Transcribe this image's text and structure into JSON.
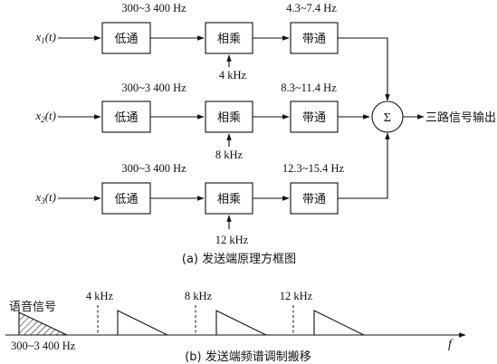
{
  "block_diagram": {
    "caption": "(a)  发送端原理方框图",
    "channels": [
      {
        "input": "x",
        "sub": "1",
        "arg": "(t)",
        "lpf_label": "低通",
        "lpf_band": "300~3 400 Hz",
        "mixer_label": "相乘",
        "carrier": "4 kHz",
        "bpf_label": "带通",
        "bpf_band": "4.3~7.4 Hz"
      },
      {
        "input": "x",
        "sub": "2",
        "arg": "(t)",
        "lpf_label": "低通",
        "lpf_band": "300~3 400 Hz",
        "mixer_label": "相乘",
        "carrier": "8 kHz",
        "bpf_label": "带通",
        "bpf_band": "8.3~11.4 Hz"
      },
      {
        "input": "x",
        "sub": "3",
        "arg": "(t)",
        "lpf_label": "低通",
        "lpf_band": "300~3 400 Hz",
        "mixer_label": "相乘",
        "carrier": "12 kHz",
        "bpf_label": "带通",
        "bpf_band": "12.3~15.4 Hz"
      }
    ],
    "summer_symbol": "Σ",
    "output_label": "三路信号输出"
  },
  "spectrum": {
    "caption": "(b)  发送端频谱调制搬移",
    "voice_label": "语音信号",
    "voice_band": "300~3 400 Hz",
    "carrier_labels": [
      "4 kHz",
      "8 kHz",
      "12 kHz"
    ],
    "axis_label": "f"
  }
}
